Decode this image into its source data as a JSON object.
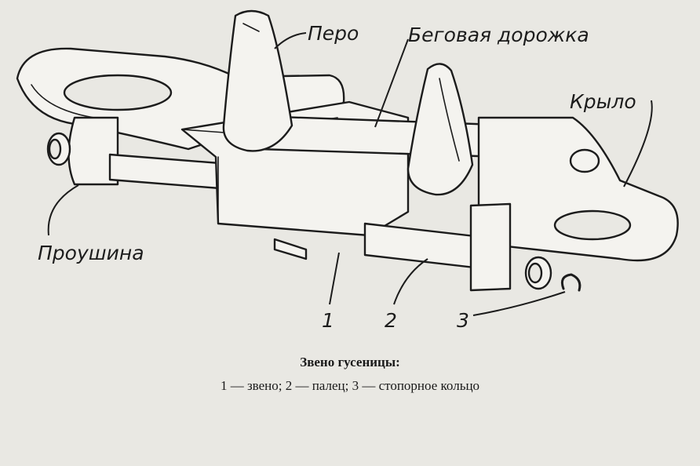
{
  "labels": {
    "pero": "Перо",
    "track": "Беговая дорожка",
    "wing": "Крыло",
    "eye": "Проушина",
    "n1": "1",
    "n2": "2",
    "n3": "3"
  },
  "caption": {
    "title": "Звено гусеницы:",
    "legend": "1 — звено; 2 — палец; 3 — стопорное кольцо"
  },
  "colors": {
    "ink": "#1c1c1c",
    "paper": "#e9e8e3",
    "part": "#f4f3ef"
  }
}
